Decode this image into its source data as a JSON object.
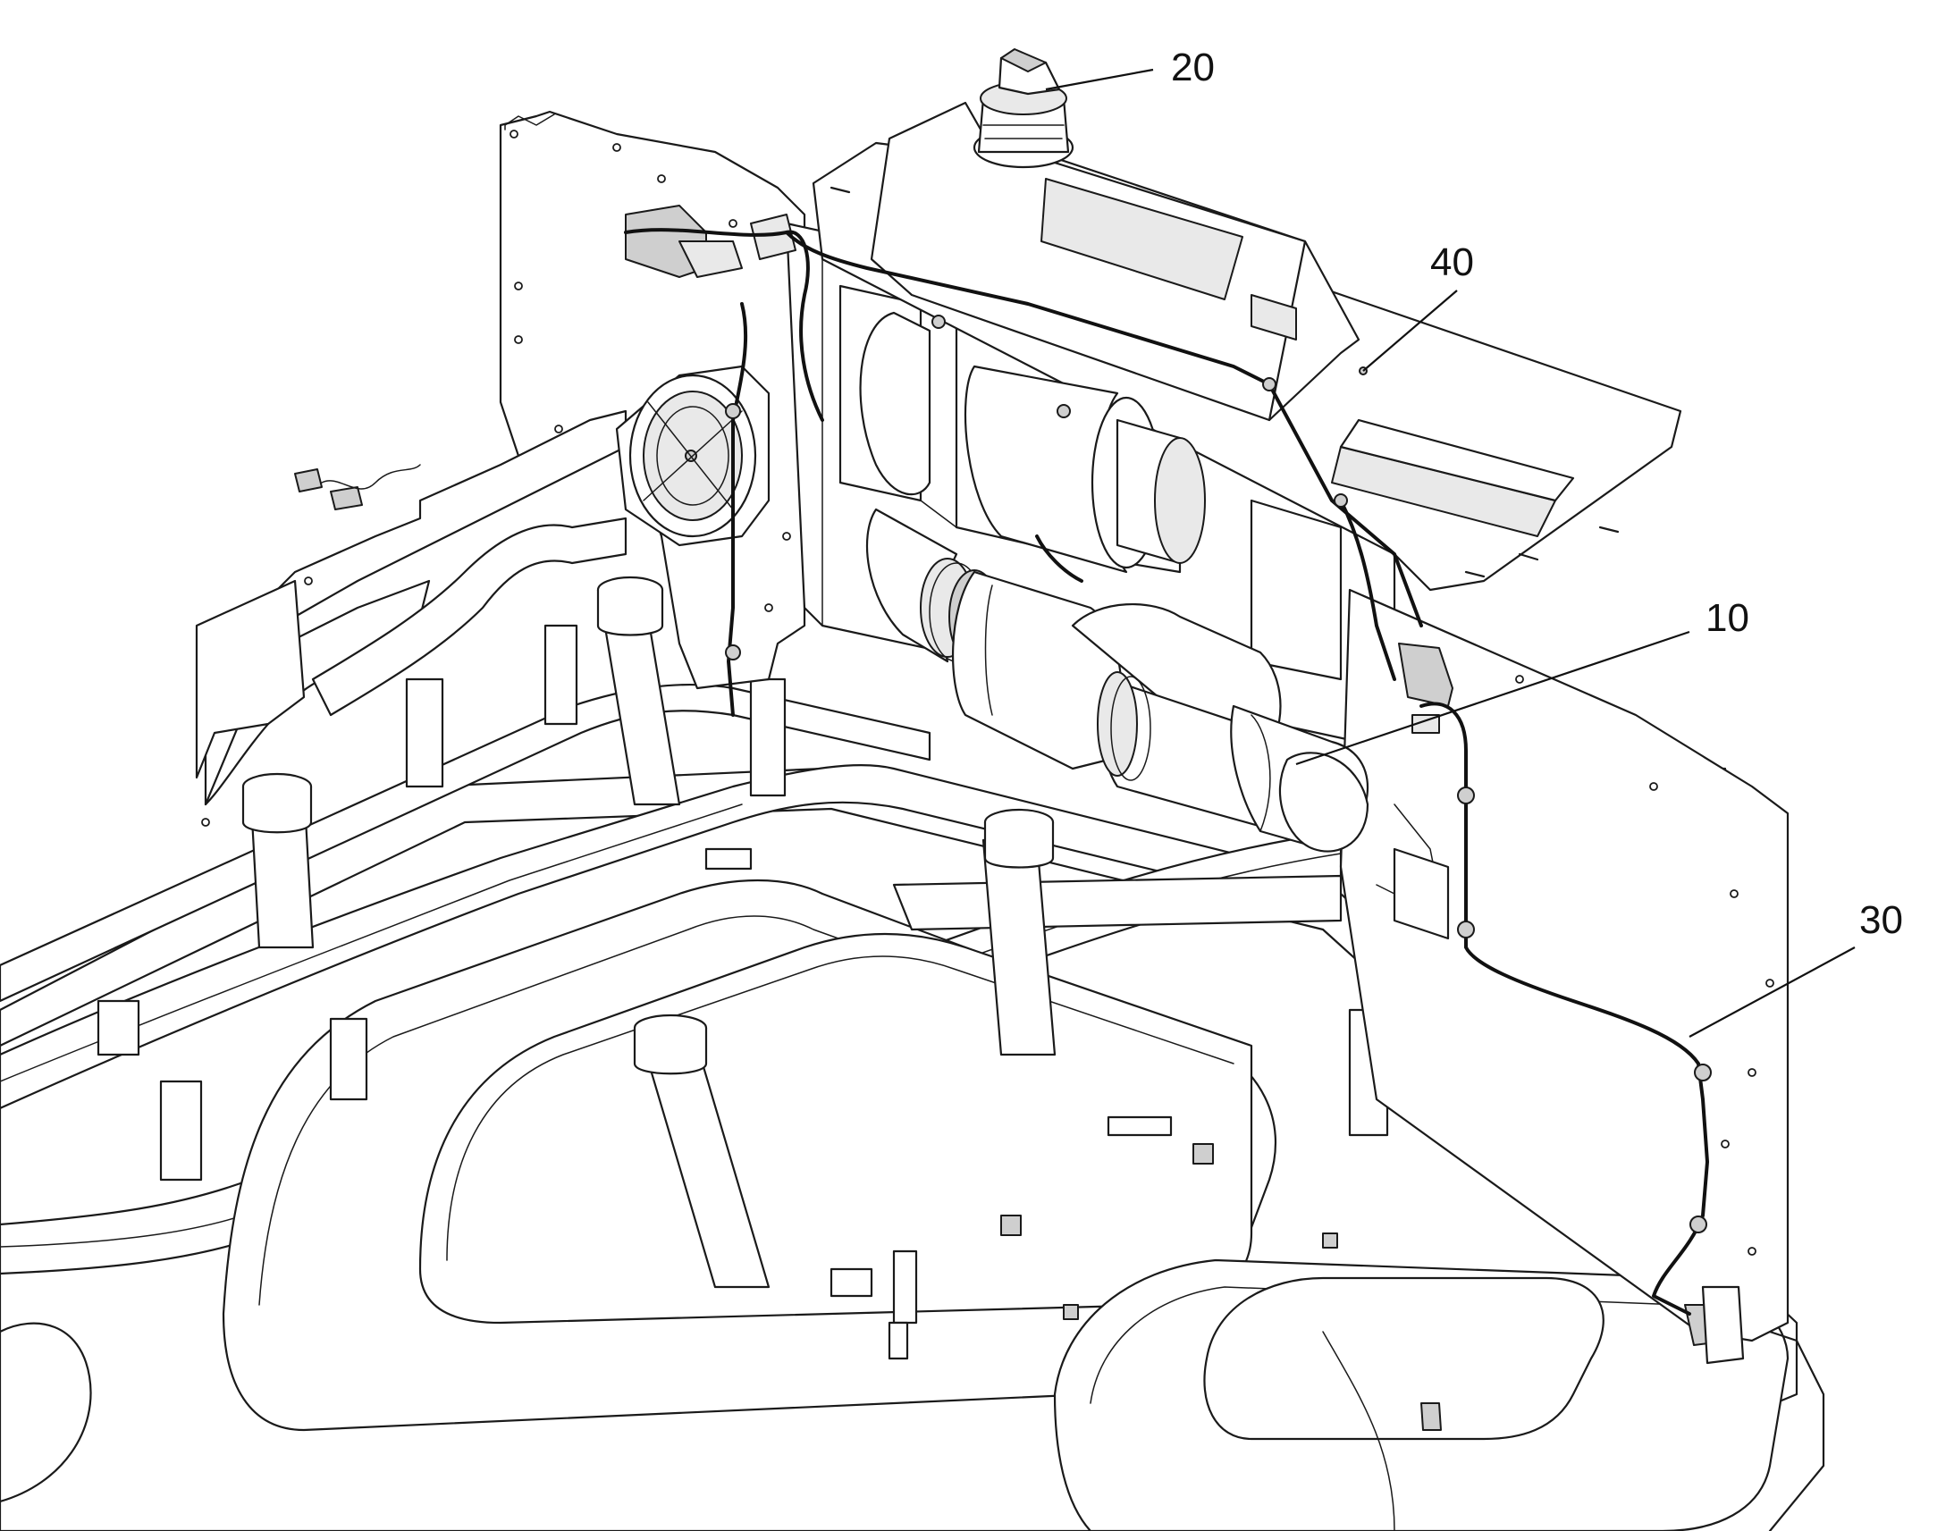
{
  "callouts": [
    {
      "id": "10",
      "label": "10"
    },
    {
      "id": "20",
      "label": "20"
    },
    {
      "id": "30",
      "label": "30"
    },
    {
      "id": "40",
      "label": "40"
    }
  ],
  "colors": {
    "line": "#1a1a1a",
    "background": "#ffffff",
    "shade": "#e9e9e9"
  }
}
